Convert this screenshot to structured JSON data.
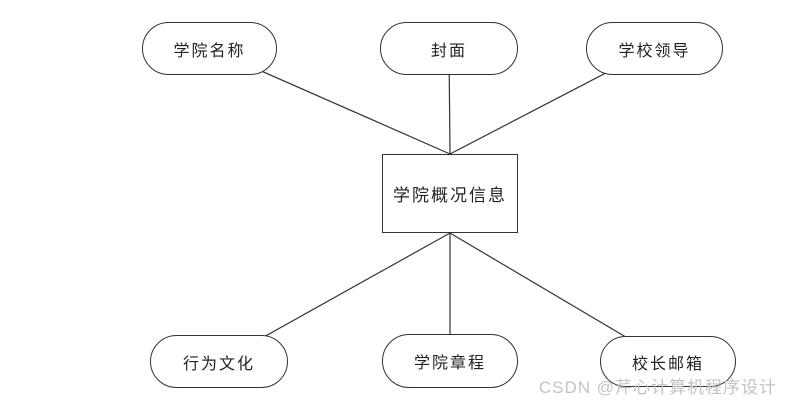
{
  "diagram": {
    "entity": {
      "label": "学院概况信息"
    },
    "attributes": {
      "top": [
        {
          "label": "学院名称"
        },
        {
          "label": "封面"
        },
        {
          "label": "学校领导"
        }
      ],
      "bottom": [
        {
          "label": "行为文化"
        },
        {
          "label": "学院章程"
        },
        {
          "label": "校长邮箱"
        }
      ]
    },
    "colors": {
      "stroke": "#333333",
      "text": "#222222",
      "node_fill": "#ffffff"
    }
  },
  "watermark": {
    "text": "CSDN @芹心计算机程序设计",
    "color": "#c3c3c3"
  }
}
